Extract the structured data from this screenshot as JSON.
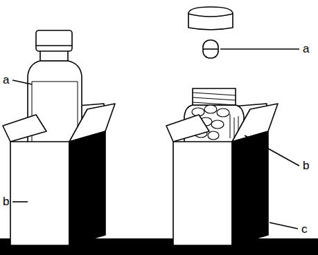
{
  "diagram": {
    "labels": [
      "a",
      "b",
      "a",
      "b",
      "c"
    ]
  }
}
